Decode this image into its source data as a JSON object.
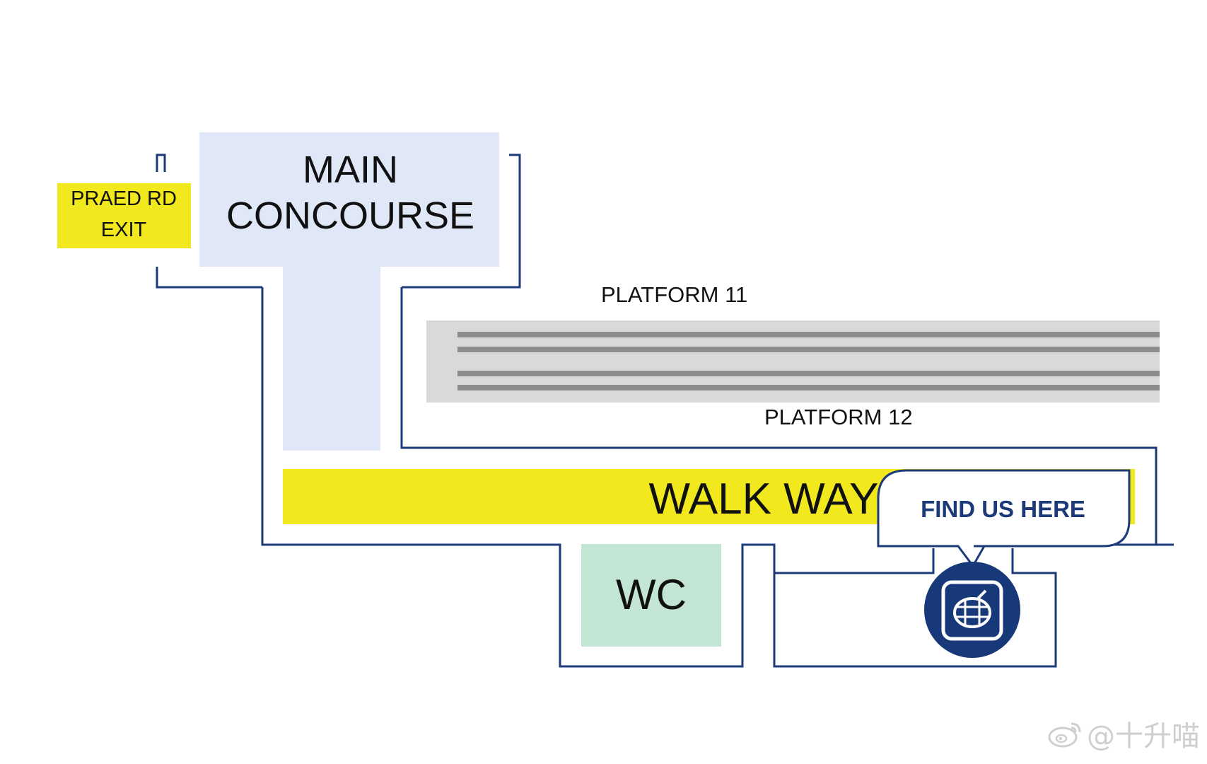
{
  "areas": {
    "main_concourse": [
      "MAIN",
      "CONCOURSE"
    ],
    "exit": [
      "PRAED RD",
      "EXIT"
    ],
    "platform_11": "PLATFORM 11",
    "platform_12": "PLATFORM 12",
    "walkway": "WALK WAY",
    "wc": "WC"
  },
  "callout": {
    "text": "FIND US HERE",
    "icon": "lounge-globe-icon"
  },
  "watermark": {
    "text": "@十升喵",
    "icon": "weibo-logo-icon"
  },
  "colors": {
    "outline": "#1c3a78",
    "concourse": "#e0e7f6",
    "exit": "#f1e81e",
    "walkway": "#f1e81e",
    "wc": "#c2e6d3",
    "platform": "#d9d9d9",
    "track": "#8c8c8c",
    "marker": "#17397a"
  }
}
